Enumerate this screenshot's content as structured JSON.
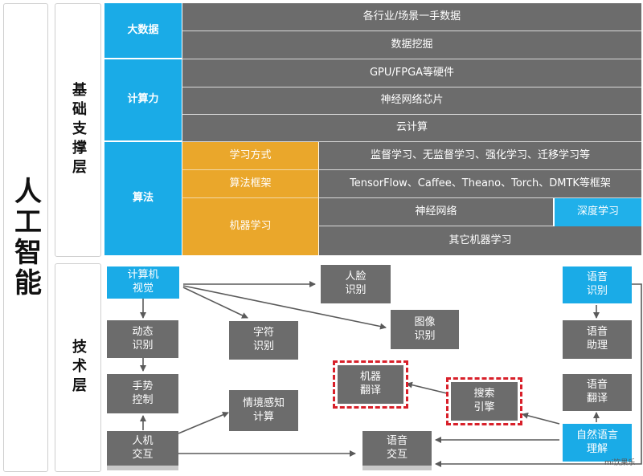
{
  "title": "人工智能",
  "foundation": {
    "label": "基础支撑层",
    "groups": [
      {
        "label": "大数据",
        "rows": [
          "各行业/场景一手数据",
          "数据挖掘"
        ]
      },
      {
        "label": "计算力",
        "rows": [
          "GPU/FPGA等硬件",
          "神经网络芯片",
          "云计算"
        ]
      },
      {
        "label": "算法",
        "sub": [
          {
            "label": "学习方式",
            "value": "监督学习、无监督学习、强化学习、迁移学习等"
          },
          {
            "label": "算法框架",
            "value": "TensorFlow、Caffee、Theano、Torch、DMTK等框架"
          },
          {
            "label": "机器学习",
            "value_a": "神经网络",
            "value_b": "深度学习",
            "value_c": "其它机器学习"
          }
        ]
      }
    ]
  },
  "tech": {
    "label": "技术层",
    "boxes": {
      "cv": "计算机\n视觉",
      "face": "人脸\n识别",
      "image": "图像\n识别",
      "char": "字符\n识别",
      "motion": "动态\n识别",
      "gesture": "手势\n控制",
      "hci": "人机\n交互",
      "context": "情境感知\n计算",
      "mt": "机器\n翻译",
      "search": "搜索\n引擎",
      "voice_ia": "语音\n交互",
      "speech_rec": "语音\n识别",
      "assistant": "语音\n助理",
      "speech_trans": "语音\n翻译",
      "nlu": "自然语言\n理解"
    }
  },
  "watermark": "mi饮果乐",
  "colors": {
    "blue": "#1aabe7",
    "gray": "#6c6c6c",
    "orange": "#eaa72b",
    "red": "#d8202a"
  }
}
